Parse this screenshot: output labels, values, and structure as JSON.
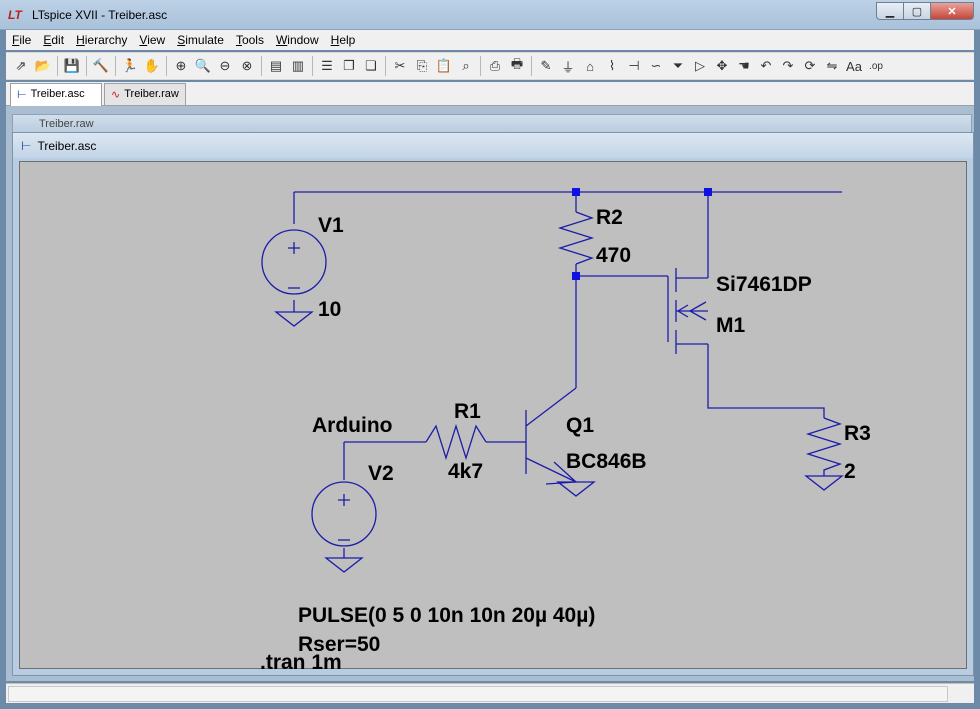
{
  "window": {
    "title": "LTspice XVII - Treiber.asc",
    "app_logo": "LT",
    "buttons": {
      "minimize": "▁",
      "maximize": "▢",
      "close": "✕"
    }
  },
  "menu": [
    {
      "first": "F",
      "rest": "ile"
    },
    {
      "first": "E",
      "rest": "dit"
    },
    {
      "first": "H",
      "rest": "ierarchy"
    },
    {
      "first": "V",
      "rest": "iew"
    },
    {
      "first": "S",
      "rest": "imulate"
    },
    {
      "first": "T",
      "rest": "ools"
    },
    {
      "first": "W",
      "rest": "indow"
    },
    {
      "first": "H",
      "rest": "elp"
    }
  ],
  "toolbar": [
    {
      "name": "open-schematic-icon",
      "glyph": "⇗"
    },
    {
      "name": "open-folder-icon",
      "glyph": "📂"
    },
    {
      "sep": true
    },
    {
      "name": "save-icon",
      "glyph": "💾"
    },
    {
      "sep": true
    },
    {
      "name": "control-panel-icon",
      "glyph": "🔨"
    },
    {
      "sep": true
    },
    {
      "name": "run-icon",
      "glyph": "🏃"
    },
    {
      "name": "pan-icon",
      "glyph": "✋"
    },
    {
      "sep": true
    },
    {
      "name": "zoom-in-icon",
      "glyph": "⊕"
    },
    {
      "name": "zoom-pan-icon",
      "glyph": "🔍"
    },
    {
      "name": "zoom-out-icon",
      "glyph": "⊖"
    },
    {
      "name": "zoom-fit-icon",
      "glyph": "⊗"
    },
    {
      "sep": true
    },
    {
      "name": "autorange-icon",
      "glyph": "▤"
    },
    {
      "name": "waveform-icon",
      "glyph": "▥"
    },
    {
      "sep": true
    },
    {
      "name": "tile-horizontal-icon",
      "glyph": "☰"
    },
    {
      "name": "cascade-icon",
      "glyph": "❐"
    },
    {
      "name": "tile-vertical-icon",
      "glyph": "❏"
    },
    {
      "sep": true
    },
    {
      "name": "cut-icon",
      "glyph": "✂"
    },
    {
      "name": "copy-icon",
      "glyph": "⎘"
    },
    {
      "name": "paste-icon",
      "glyph": "📋"
    },
    {
      "name": "find-icon",
      "glyph": "⌕"
    },
    {
      "sep": true
    },
    {
      "name": "print-setup-icon",
      "glyph": "⎙"
    },
    {
      "name": "print-icon",
      "glyph": "🖶"
    },
    {
      "sep": true
    },
    {
      "name": "draw-wire-icon",
      "glyph": "✎"
    },
    {
      "name": "ground-icon",
      "glyph": "⏚"
    },
    {
      "name": "label-net-icon",
      "glyph": "⌂"
    },
    {
      "name": "resistor-icon",
      "glyph": "⌇"
    },
    {
      "name": "capacitor-icon",
      "glyph": "⊣"
    },
    {
      "name": "inductor-icon",
      "glyph": "∽"
    },
    {
      "name": "diode-icon",
      "glyph": "⏷"
    },
    {
      "name": "component-icon",
      "glyph": "▷"
    },
    {
      "name": "move-icon",
      "glyph": "✥"
    },
    {
      "name": "drag-icon",
      "glyph": "☚"
    },
    {
      "name": "undo-icon",
      "glyph": "↶"
    },
    {
      "name": "redo-icon",
      "glyph": "↷"
    },
    {
      "name": "rotate-icon",
      "glyph": "⟳"
    },
    {
      "name": "mirror-icon",
      "glyph": "⇋"
    },
    {
      "name": "text-icon",
      "glyph": "Aa"
    },
    {
      "name": "spice-directive-icon",
      "glyph": ".op"
    }
  ],
  "tabs": [
    {
      "label": "Treiber.asc",
      "icon": "schematic-icon",
      "active": true
    },
    {
      "label": "Treiber.raw",
      "icon": "waveform-icon",
      "active": false
    }
  ],
  "background_window": {
    "title": "Treiber.raw"
  },
  "schematic_window": {
    "title": "Treiber.asc"
  },
  "schematic": {
    "wire_color": "#1c1caa",
    "junction_color": "#1010e0",
    "components": {
      "v1": {
        "name": "V1",
        "value": "10"
      },
      "v2": {
        "name": "V2",
        "net_label": "Arduino",
        "value_line1": "PULSE(0 5 0 10n 10n 20µ 40µ)",
        "value_line2": "Rser=50"
      },
      "r1": {
        "name": "R1",
        "value": "4k7"
      },
      "r2": {
        "name": "R2",
        "value": "470"
      },
      "r3": {
        "name": "R3",
        "value": "2"
      },
      "q1": {
        "name": "Q1",
        "model": "BC846B"
      },
      "m1": {
        "name": "M1",
        "model": "Si7461DP"
      }
    },
    "directive": ".tran 1m"
  },
  "status": {
    "text": ""
  }
}
